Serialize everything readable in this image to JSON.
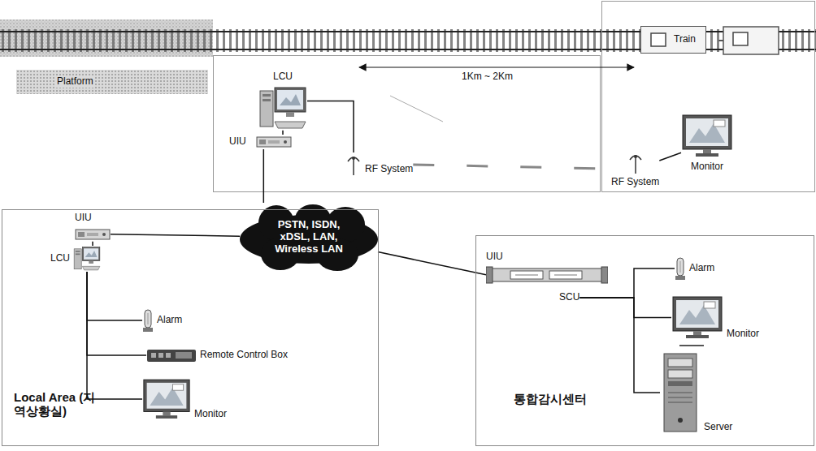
{
  "diagram": {
    "nodes": [
      {
        "text": [
          "Platform"
        ]
      },
      {
        "text": [
          "Train"
        ]
      },
      {
        "text": [
          "LCU"
        ]
      },
      {
        "text": [
          "UIU"
        ]
      },
      {
        "text": [
          "RF System"
        ]
      },
      {
        "text": [
          "RF System"
        ]
      },
      {
        "text": [
          "Monitor"
        ]
      },
      {
        "text": [
          "PSTN, ISDN, xDSL, LAN, Wireless LAN"
        ]
      },
      {
        "text": [
          "Local Area (지역상황실)"
        ]
      },
      {
        "text": [
          "UIU"
        ],
        "in": 8
      },
      {
        "text": [
          "LCU"
        ],
        "in": 8
      },
      {
        "text": [
          "Alarm"
        ],
        "in": 8
      },
      {
        "text": [
          "Remote Control Box"
        ],
        "in": 8
      },
      {
        "text": [
          "Monitor"
        ],
        "in": 8
      },
      {
        "text": [
          "통합감시센터"
        ]
      },
      {
        "text": [
          "UIU"
        ],
        "in": 14
      },
      {
        "text": [
          "SCU"
        ],
        "in": 14
      },
      {
        "text": [
          "Alarm"
        ],
        "in": 14
      },
      {
        "text": [
          "Monitor"
        ],
        "in": 14
      },
      {
        "text": [
          "Server"
        ],
        "in": 14
      }
    ],
    "edges": [
      {
        "from": 2,
        "to": 3,
        "arrow": "none"
      },
      {
        "from": 2,
        "to": 4,
        "arrow": "none"
      },
      {
        "from": 4,
        "to": 5,
        "arrow": "none"
      },
      {
        "from": 5,
        "to": 6,
        "arrow": "none"
      },
      {
        "from": 3,
        "to": 7,
        "arrow": "none"
      },
      {
        "from": 7,
        "to": 9,
        "arrow": "none"
      },
      {
        "from": 7,
        "to": 15,
        "arrow": "none"
      },
      {
        "from": 9,
        "to": 10,
        "arrow": "none"
      },
      {
        "from": 10,
        "to": 11,
        "arrow": "none"
      },
      {
        "from": 10,
        "to": 12,
        "arrow": "none"
      },
      {
        "from": 10,
        "to": 13,
        "arrow": "none"
      },
      {
        "from": 16,
        "to": 17,
        "arrow": "none"
      },
      {
        "from": 16,
        "to": 18,
        "arrow": "none"
      },
      {
        "from": 16,
        "to": 19,
        "arrow": "none"
      }
    ],
    "labels": [
      "1Km ~ 2Km"
    ]
  }
}
